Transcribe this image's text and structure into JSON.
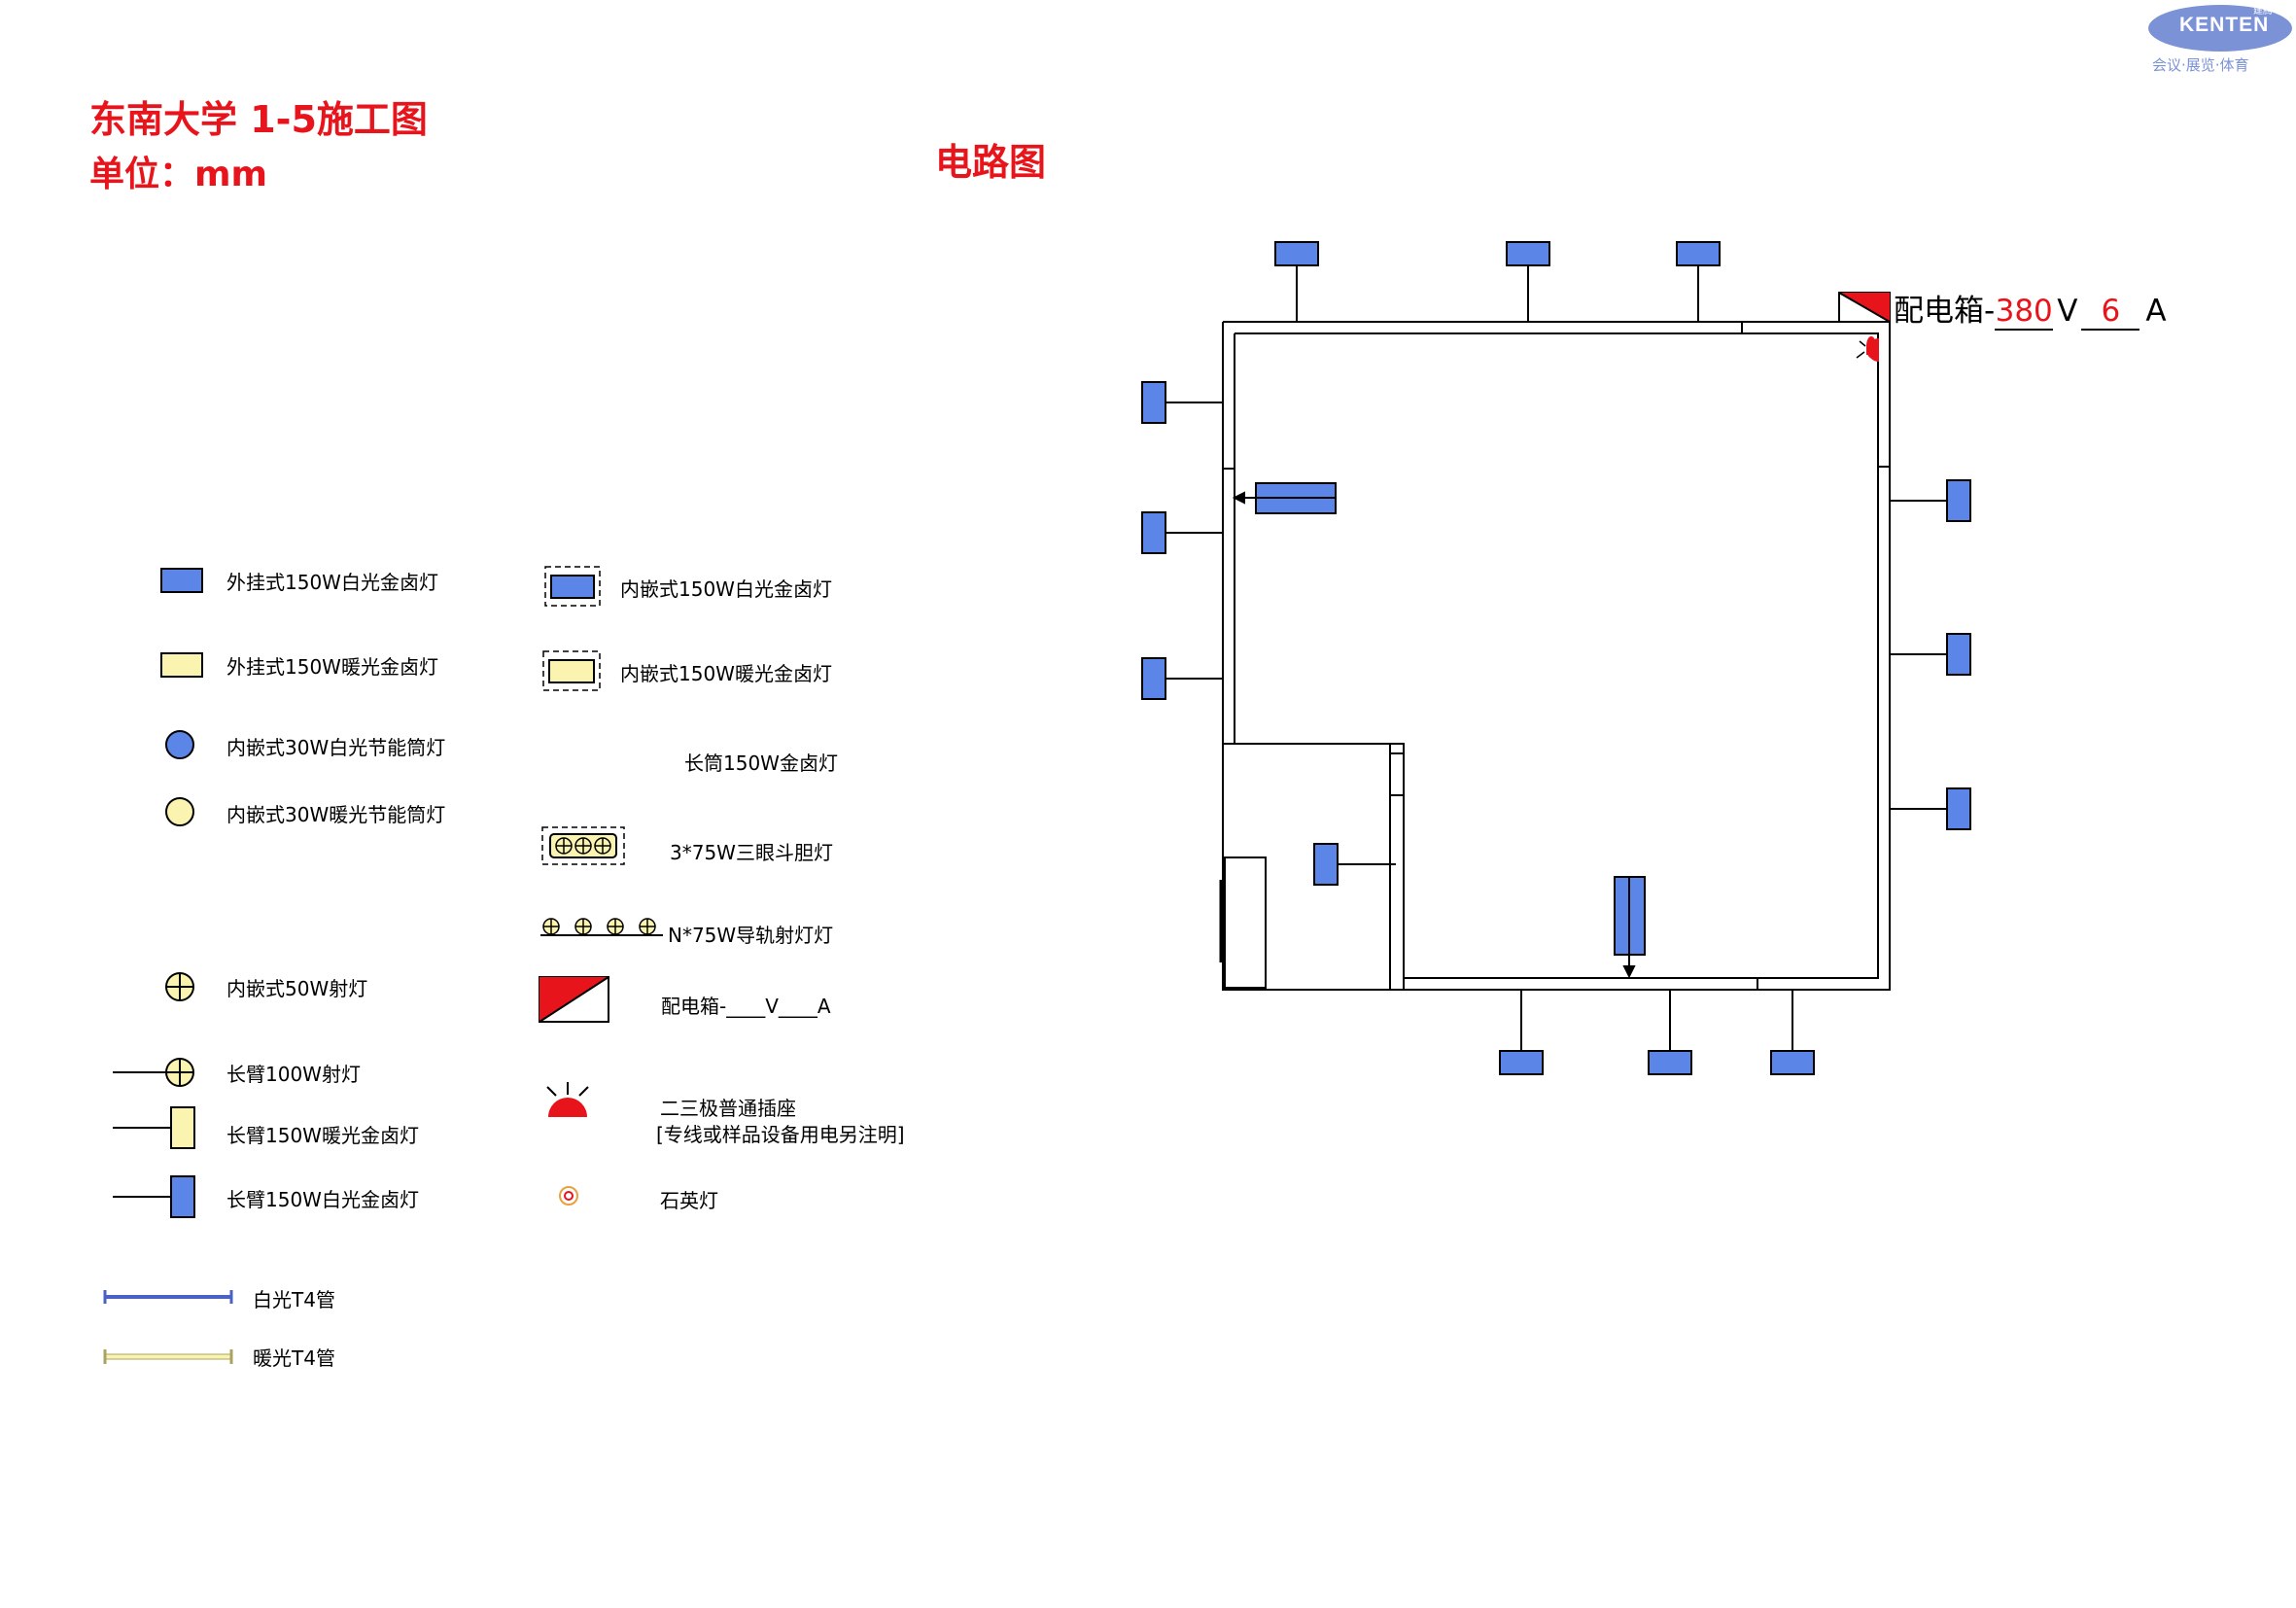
{
  "header": {
    "title": "东南大学 1-5施工图",
    "unit": "单位：mm",
    "diagram_title": "电路图"
  },
  "logo": {
    "name": "KENTEN",
    "small_text": "建腾",
    "tagline": "会议·展览·体育"
  },
  "distribution_box": {
    "prefix": "配电箱-",
    "voltage": "380",
    "v_unit": "V",
    "current": "6",
    "a_unit": "A"
  },
  "legend": {
    "items": [
      {
        "label": "外挂式150W白光金卤灯"
      },
      {
        "label": "外挂式150W暖光金卤灯"
      },
      {
        "label": "内嵌式30W白光节能筒灯"
      },
      {
        "label": "内嵌式30W暖光节能筒灯"
      },
      {
        "label": "内嵌式50W射灯"
      },
      {
        "label": "长臂100W射灯"
      },
      {
        "label": "长臂150W暖光金卤灯"
      },
      {
        "label": "长臂150W白光金卤灯"
      },
      {
        "label": "白光T4管"
      },
      {
        "label": "暖光T4管"
      },
      {
        "label": "内嵌式150W白光金卤灯"
      },
      {
        "label": "内嵌式150W暖光金卤灯"
      },
      {
        "label": "长筒150W金卤灯"
      },
      {
        "label": "3*75W三眼斗胆灯"
      },
      {
        "label": "N*75W导轨射灯灯"
      },
      {
        "label": "配电箱-____V____A"
      },
      {
        "label": "二三极普通插座"
      },
      {
        "label": "[专线或样品设备用电另注明]"
      },
      {
        "label": "石英灯"
      }
    ]
  },
  "colors": {
    "title_red": "#e8141b",
    "lamp_blue": "#5b86e8",
    "lamp_warm": "#fbf3b0",
    "box_red": "#e8141b",
    "logo_blue": "#7b93d6",
    "tube_blue": "#4a62c4",
    "tube_warm": "#d8d48a"
  }
}
